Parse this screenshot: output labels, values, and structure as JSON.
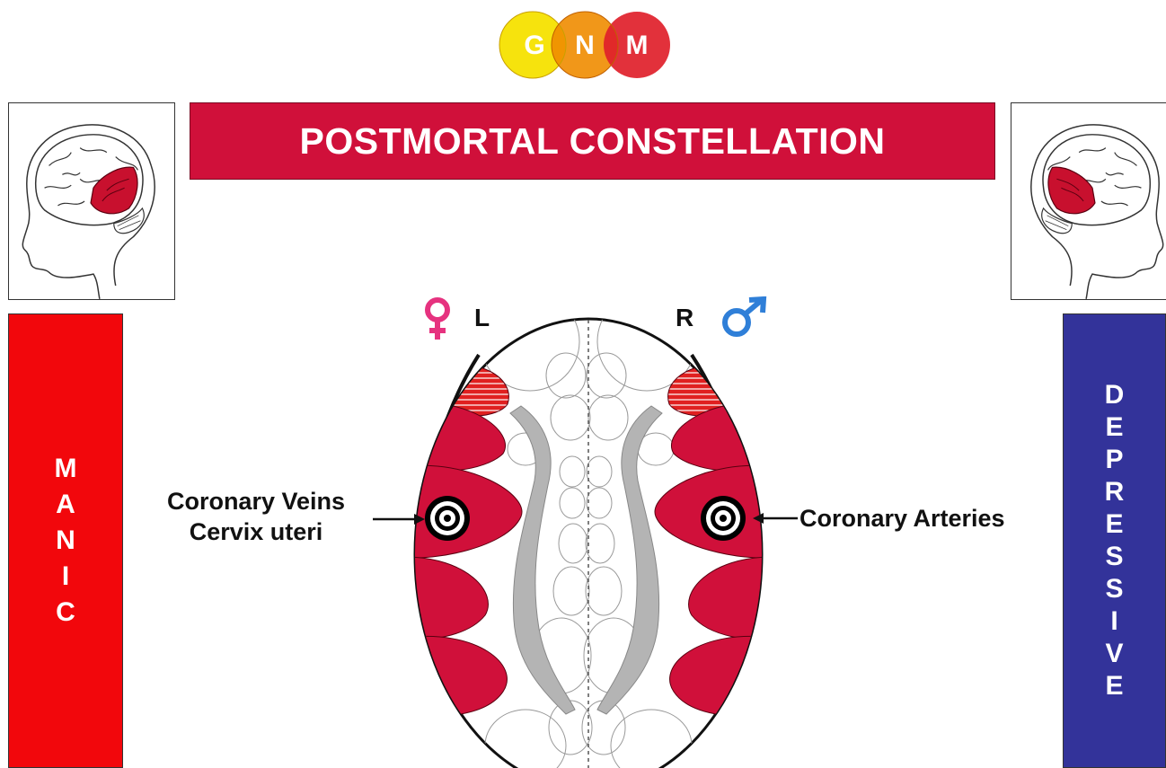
{
  "logo": {
    "letters": [
      "G",
      "N",
      "M"
    ],
    "colors": [
      "#f5e100",
      "#f08c00",
      "#e0202a"
    ]
  },
  "title": "POSTMORTAL CONSTELLATION",
  "hemispheres": {
    "left": "L",
    "right": "R"
  },
  "symbols": {
    "left": "female-symbol",
    "right": "male-symbol",
    "female_color": "#e6327f",
    "male_color": "#2f7fd8"
  },
  "left_bar": {
    "letters": [
      "M",
      "A",
      "N",
      "I",
      "C"
    ],
    "color": "#f2070c"
  },
  "right_bar": {
    "letters": [
      "D",
      "E",
      "P",
      "R",
      "E",
      "S",
      "S",
      "I",
      "V",
      "E"
    ],
    "color": "#33339a"
  },
  "labels": {
    "left_line1": "Coronary Veins",
    "left_line2": "Cervix uteri",
    "right": "Coronary Arteries"
  },
  "colors": {
    "relay_red": "#d0103a",
    "ventricle_gray": "#b4b4b4"
  }
}
